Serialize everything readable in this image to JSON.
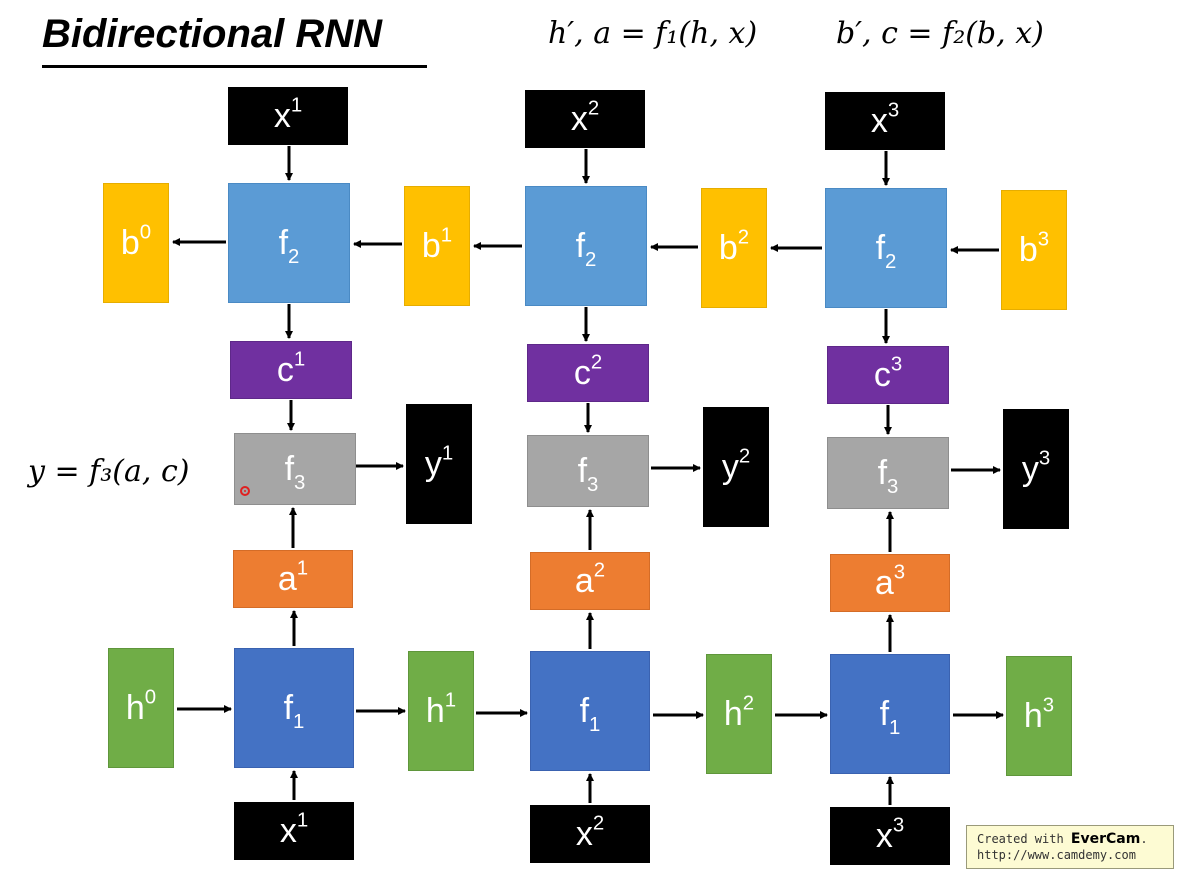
{
  "title": "Bidirectional RNN",
  "formulas": {
    "forward": "h′, a = f₁(h, x)",
    "backward": "b′, c = f₂(b, x)",
    "output": "y = f₃(a, c)"
  },
  "inputs": [
    {
      "base": "x",
      "sup": "1"
    },
    {
      "base": "x",
      "sup": "2"
    },
    {
      "base": "x",
      "sup": "3"
    }
  ],
  "f2_nodes": [
    {
      "base": "f",
      "sub": "2"
    },
    {
      "base": "f",
      "sub": "2"
    },
    {
      "base": "f",
      "sub": "2"
    }
  ],
  "b_states": [
    {
      "base": "b",
      "sup": "0"
    },
    {
      "base": "b",
      "sup": "1"
    },
    {
      "base": "b",
      "sup": "2"
    },
    {
      "base": "b",
      "sup": "3"
    }
  ],
  "c_outputs": [
    {
      "base": "c",
      "sup": "1"
    },
    {
      "base": "c",
      "sup": "2"
    },
    {
      "base": "c",
      "sup": "3"
    }
  ],
  "f3_nodes": [
    {
      "base": "f",
      "sub": "3"
    },
    {
      "base": "f",
      "sub": "3"
    },
    {
      "base": "f",
      "sub": "3"
    }
  ],
  "y_outputs": [
    {
      "base": "y",
      "sup": "1"
    },
    {
      "base": "y",
      "sup": "2"
    },
    {
      "base": "y",
      "sup": "3"
    }
  ],
  "a_outputs": [
    {
      "base": "a",
      "sup": "1"
    },
    {
      "base": "a",
      "sup": "2"
    },
    {
      "base": "a",
      "sup": "3"
    }
  ],
  "f1_nodes": [
    {
      "base": "f",
      "sub": "1"
    },
    {
      "base": "f",
      "sub": "1"
    },
    {
      "base": "f",
      "sub": "1"
    }
  ],
  "h_states": [
    {
      "base": "h",
      "sup": "0"
    },
    {
      "base": "h",
      "sup": "1"
    },
    {
      "base": "h",
      "sup": "2"
    },
    {
      "base": "h",
      "sup": "3"
    }
  ],
  "watermark": {
    "line1_prefix": "Created with ",
    "brand": "EverCam",
    "line1_suffix": ".",
    "line2": "http://www.camdemy.com"
  },
  "colors": {
    "f2": "#5b9bd5",
    "f1": "#4472c4",
    "f3": "#a6a6a6",
    "b_state": "#ffc000",
    "c_output": "#7030a0",
    "a_output": "#ed7d31",
    "h_state": "#70ad47",
    "input": "#000000",
    "y_output": "#000000"
  }
}
